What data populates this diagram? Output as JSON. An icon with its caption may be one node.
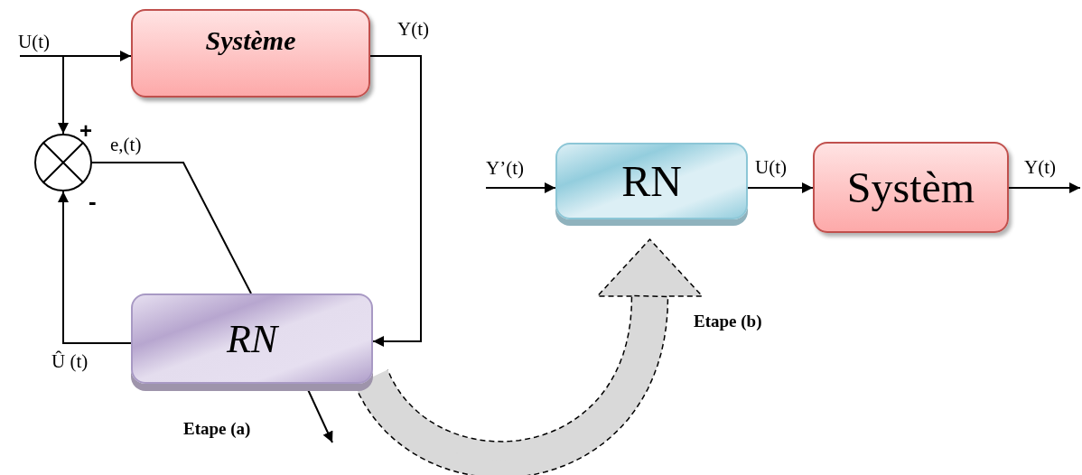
{
  "diagram": {
    "nodes": [
      {
        "text": [
          "Système"
        ]
      },
      {
        "text": [],
        "shape": "circle"
      },
      {
        "text": [
          "RN"
        ]
      },
      {
        "text": [
          "RN"
        ]
      },
      {
        "text": [
          "Systèm"
        ]
      }
    ],
    "edges": [
      {
        "from": null,
        "to": 0,
        "arrow": "to",
        "label": "U(t)"
      },
      {
        "from": null,
        "to": 1,
        "arrow": "to"
      },
      {
        "from": 0,
        "to": 2,
        "arrow": "to",
        "label": "Y(t)"
      },
      {
        "from": 2,
        "to": 1,
        "arrow": "to",
        "label": "Û (t)"
      },
      {
        "from": 1,
        "to": 2,
        "arrow": "none",
        "label": "e,(t)"
      },
      {
        "from": 2,
        "to": null,
        "arrow": "to",
        "label": "Etape (a)"
      },
      {
        "from": 2,
        "to": 3,
        "arrow": "to",
        "label": "Etape (b)",
        "style": "dashed",
        "color": "#d9d9d9"
      },
      {
        "from": null,
        "to": 3,
        "arrow": "to",
        "label": "Y’(t)"
      },
      {
        "from": 3,
        "to": 4,
        "arrow": "to",
        "label": "U(t)"
      },
      {
        "from": 4,
        "to": null,
        "arrow": "to",
        "label": "Y(t)"
      }
    ],
    "labels": [
      "+",
      "-"
    ]
  }
}
